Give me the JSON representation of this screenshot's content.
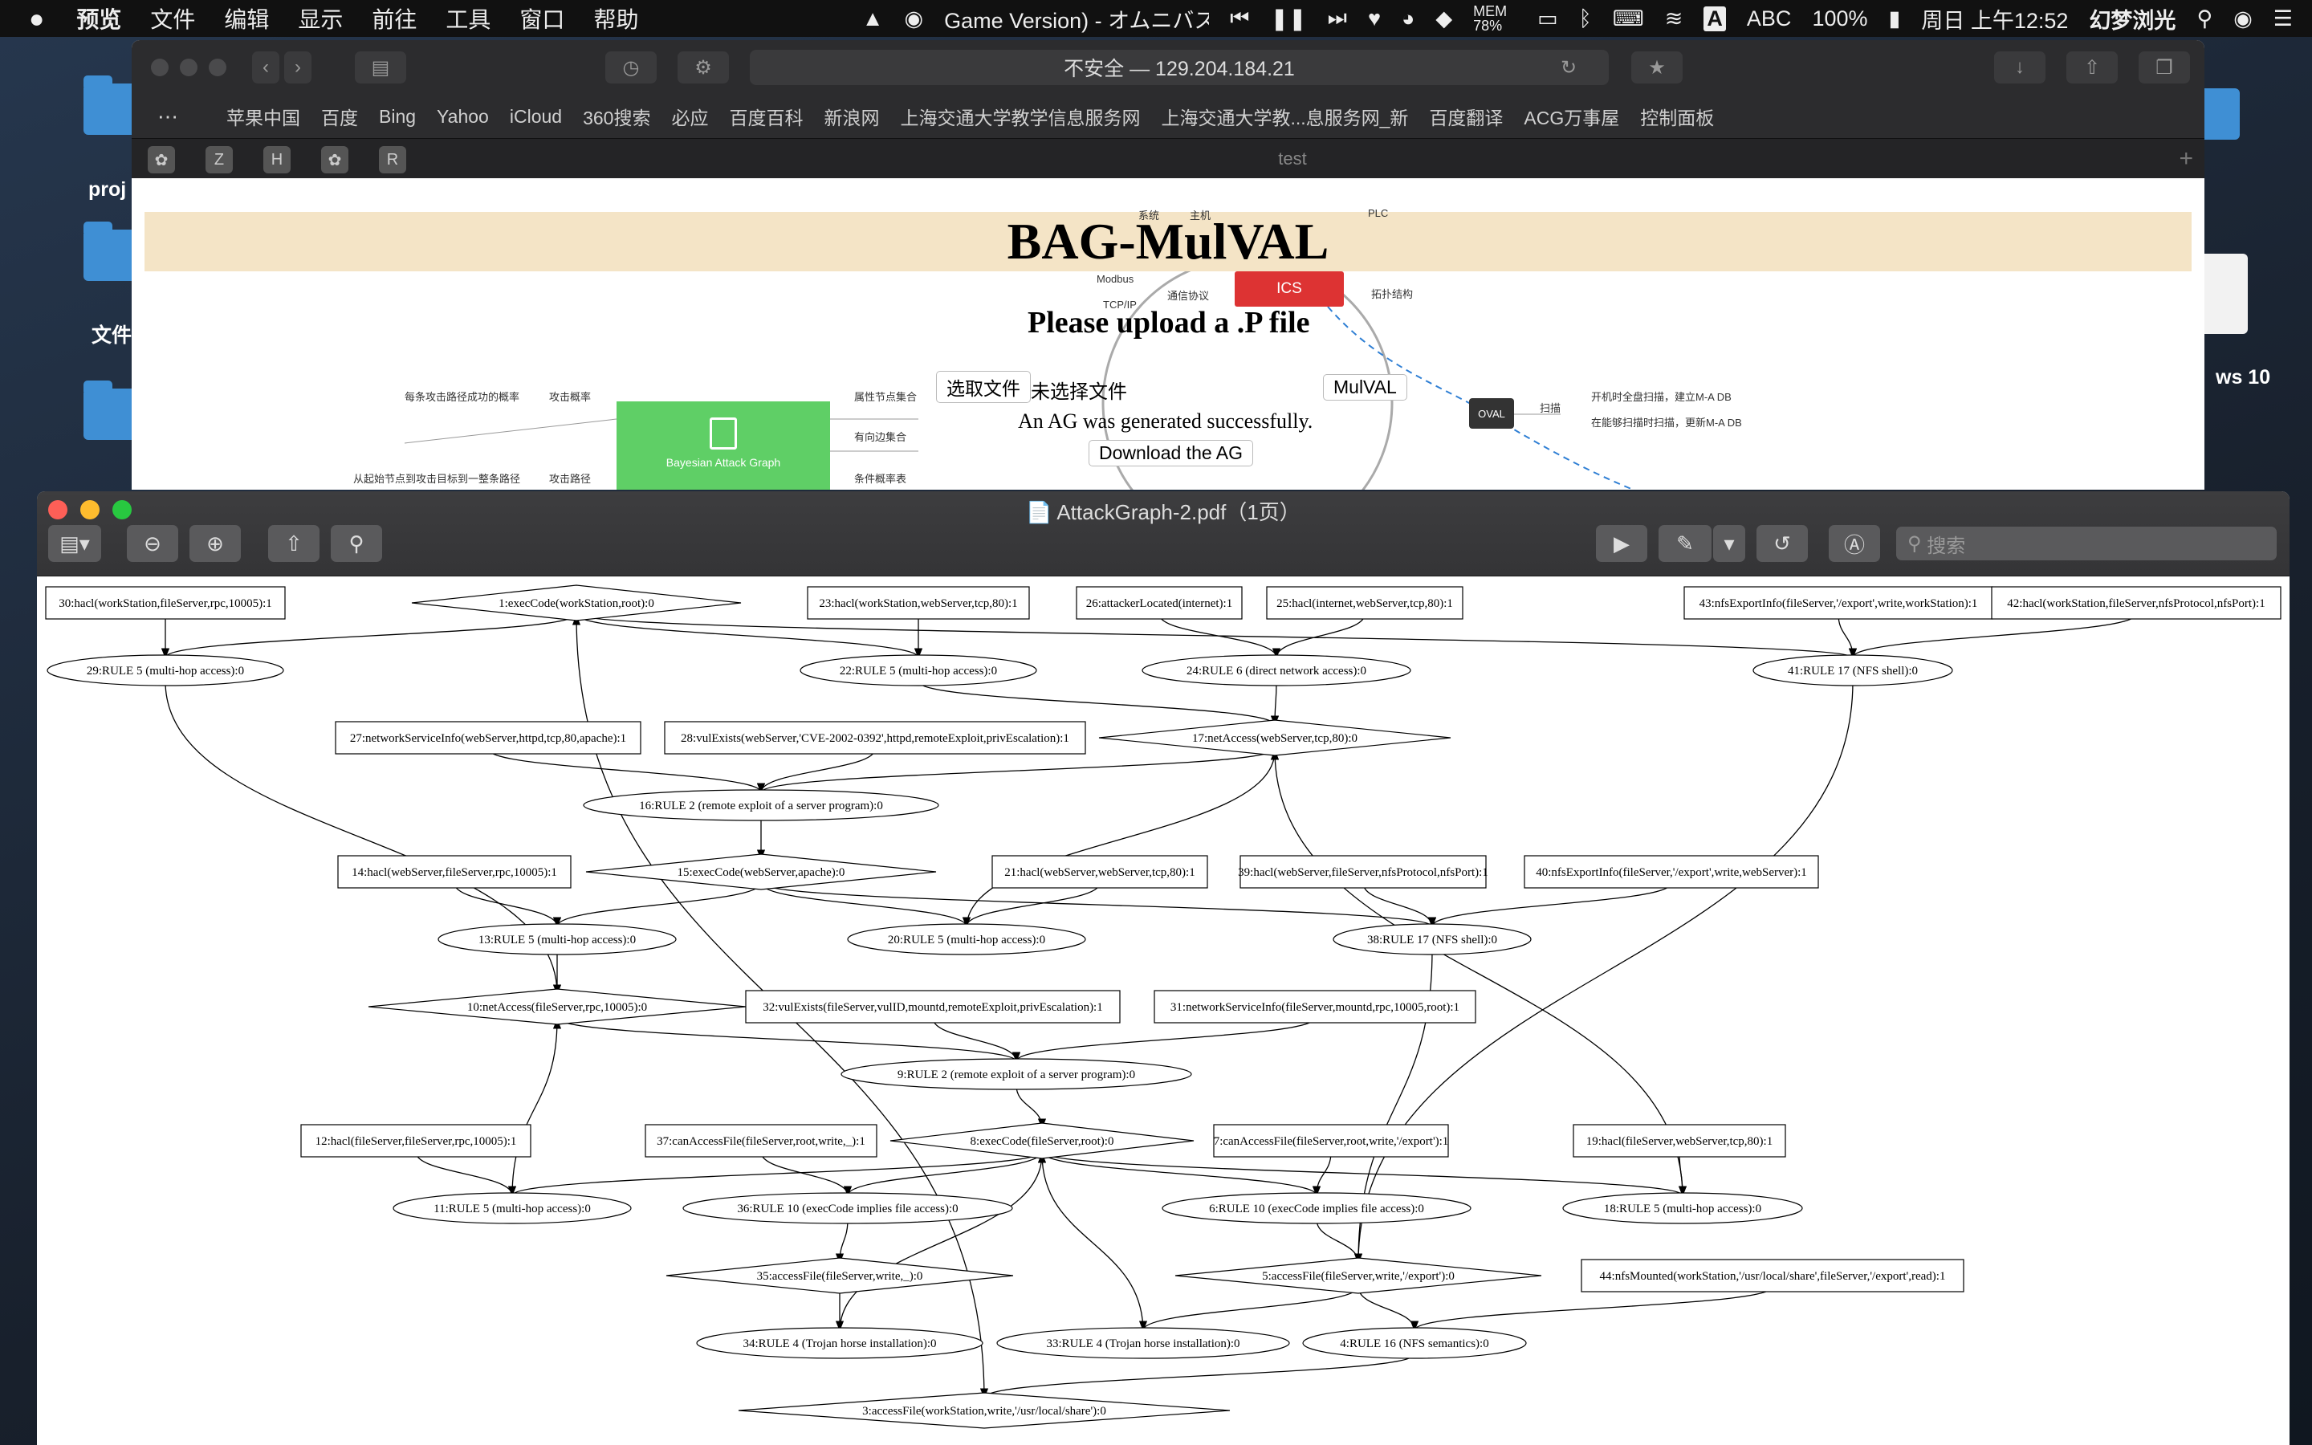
{
  "menubar": {
    "apple": "",
    "app": "预览",
    "items": [
      "文件",
      "编辑",
      "显示",
      "前往",
      "工具",
      "窗口",
      "帮助"
    ],
    "now_playing": "Game Version) - オムニバス",
    "mem": "MEM 78%",
    "abc": "ABC",
    "battery": "100%",
    "clock": "周日 上午12:52",
    "user": "幻梦浏光"
  },
  "desktop": {
    "labels": [
      "proj",
      "文件",
      "ws 10"
    ]
  },
  "safari": {
    "url": "不安全 — 129.204.184.21",
    "favorites": [
      "苹果中国",
      "百度",
      "Bing",
      "Yahoo",
      "iCloud",
      "360搜索",
      "必应",
      "百度百科",
      "新浪网",
      "上海交通大学教学信息服务网",
      "上海交通大学教...息服务网_新",
      "百度翻译",
      "ACG万事屋",
      "控制面板"
    ],
    "tab_title": "test",
    "tab_icons": [
      "✿",
      "Z",
      "H",
      "✿",
      "R"
    ],
    "page": {
      "banner": "BAG-MulVAL",
      "upload_heading": "Please upload a .P file",
      "choose_file": "选取文件",
      "no_file": "未选择文件",
      "mulval_btn": "MulVAL",
      "success": "An AG was generated successfully.",
      "download": "Download the AG",
      "mindmap": {
        "ics": "ICS",
        "bag": "Bayesian Attack Graph",
        "oval": "OVAL",
        "labels": [
          "系统",
          "主机",
          "PLC",
          "Modbus",
          "TCP/IP",
          "通信协议",
          "拓扑结构",
          "每条攻击路径成功的概率",
          "攻击概率",
          "属性节点集合",
          "有向边集合",
          "从起始节点到攻击目标到一整条路径",
          "攻击路径",
          "条件概率表",
          "扫描",
          "开机时全盘扫描，建立M-A DB",
          "在能够扫描时扫描，更新M-A DB"
        ]
      }
    }
  },
  "preview": {
    "title": "AttackGraph-2.pdf（1页）",
    "search_placeholder": "搜索",
    "graph": {
      "nodes": [
        {
          "id": "30",
          "t": "30:hacl(workStation,fileServer,rpc,10005):1"
        },
        {
          "id": "1",
          "t": "1:execCode(workStation,root):0"
        },
        {
          "id": "23",
          "t": "23:hacl(workStation,webServer,tcp,80):1"
        },
        {
          "id": "26",
          "t": "26:attackerLocated(internet):1"
        },
        {
          "id": "25",
          "t": "25:hacl(internet,webServer,tcp,80):1"
        },
        {
          "id": "43",
          "t": "43:nfsExportInfo(fileServer,'/export',write,workStation):1"
        },
        {
          "id": "42",
          "t": "42:hacl(workStation,fileServer,nfsProtocol,nfsPort):1"
        },
        {
          "id": "29",
          "t": "29:RULE 5 (multi-hop access):0"
        },
        {
          "id": "22",
          "t": "22:RULE 5 (multi-hop access):0"
        },
        {
          "id": "24",
          "t": "24:RULE 6 (direct network access):0"
        },
        {
          "id": "41",
          "t": "41:RULE 17 (NFS shell):0"
        },
        {
          "id": "27",
          "t": "27:networkServiceInfo(webServer,httpd,tcp,80,apache):1"
        },
        {
          "id": "28",
          "t": "28:vulExists(webServer,'CVE-2002-0392',httpd,remoteExploit,privEscalation):1"
        },
        {
          "id": "17",
          "t": "17:netAccess(webServer,tcp,80):0"
        },
        {
          "id": "16",
          "t": "16:RULE 2 (remote exploit of a server program):0"
        },
        {
          "id": "14",
          "t": "14:hacl(webServer,fileServer,rpc,10005):1"
        },
        {
          "id": "15",
          "t": "15:execCode(webServer,apache):0"
        },
        {
          "id": "21",
          "t": "21:hacl(webServer,webServer,tcp,80):1"
        },
        {
          "id": "39",
          "t": "39:hacl(webServer,fileServer,nfsProtocol,nfsPort):1"
        },
        {
          "id": "40",
          "t": "40:nfsExportInfo(fileServer,'/export',write,webServer):1"
        },
        {
          "id": "13",
          "t": "13:RULE 5 (multi-hop access):0"
        },
        {
          "id": "20",
          "t": "20:RULE 5 (multi-hop access):0"
        },
        {
          "id": "38",
          "t": "38:RULE 17 (NFS shell):0"
        },
        {
          "id": "10",
          "t": "10:netAccess(fileServer,rpc,10005):0"
        },
        {
          "id": "32",
          "t": "32:vulExists(fileServer,vulID,mountd,remoteExploit,privEscalation):1"
        },
        {
          "id": "31",
          "t": "31:networkServiceInfo(fileServer,mountd,rpc,10005,root):1"
        },
        {
          "id": "9",
          "t": "9:RULE 2 (remote exploit of a server program):0"
        },
        {
          "id": "12",
          "t": "12:hacl(fileServer,fileServer,rpc,10005):1"
        },
        {
          "id": "37",
          "t": "37:canAccessFile(fileServer,root,write,_):1"
        },
        {
          "id": "8",
          "t": "8:execCode(fileServer,root):0"
        },
        {
          "id": "7",
          "t": "7:canAccessFile(fileServer,root,write,'/export'):1"
        },
        {
          "id": "19",
          "t": "19:hacl(fileServer,webServer,tcp,80):1"
        },
        {
          "id": "11",
          "t": "11:RULE 5 (multi-hop access):0"
        },
        {
          "id": "36",
          "t": "36:RULE 10 (execCode implies file access):0"
        },
        {
          "id": "6",
          "t": "6:RULE 10 (execCode implies file access):0"
        },
        {
          "id": "18",
          "t": "18:RULE 5 (multi-hop access):0"
        },
        {
          "id": "35",
          "t": "35:accessFile(fileServer,write,_):0"
        },
        {
          "id": "5",
          "t": "5:accessFile(fileServer,write,'/export'):0"
        },
        {
          "id": "44",
          "t": "44:nfsMounted(workStation,'/usr/local/share',fileServer,'/export',read):1"
        },
        {
          "id": "34",
          "t": "34:RULE 4 (Trojan horse installation):0"
        },
        {
          "id": "33",
          "t": "33:RULE 4 (Trojan horse installation):0"
        },
        {
          "id": "4",
          "t": "4:RULE 16 (NFS semantics):0"
        },
        {
          "id": "3",
          "t": "3:accessFile(workStation,write,'/usr/local/share'):0"
        }
      ]
    }
  },
  "colors": {
    "ics": "#dd3333",
    "bag": "#5fcf66",
    "banner": "#f4e4c6",
    "red": "#fe5f57",
    "yellow": "#febc2e",
    "green": "#28c840"
  }
}
